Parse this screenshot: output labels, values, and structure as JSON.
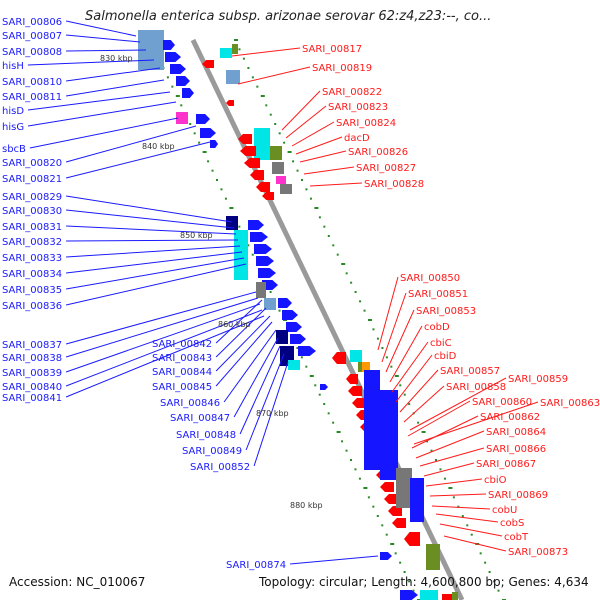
{
  "title": "Salmonella enterica subsp. arizonae serovar 62:z4,z23:--, co...",
  "footer": {
    "accession": "Accession: NC_010067",
    "topology": "Topology: circular; Length: 4,600,800 bp; Genes: 4,634"
  },
  "colors": {
    "backbone": "#9a9a9a",
    "left_labels": "#1a1aff",
    "right_labels": "#ff1a1a",
    "tick": "#2a8a2a",
    "gene_red": "#ff0000",
    "gene_blue": "#1515ff",
    "gene_navy": "#000080",
    "gene_cyan": "#00e5e5",
    "gene_steel": "#6fa0d0",
    "gene_magenta": "#ff33cc",
    "gene_olive": "#6b8e23",
    "gene_gray": "#777777",
    "gene_orange": "#ff9900"
  },
  "kbp_marks": [
    "830 kbp",
    "840 kbp",
    "850 kbp",
    "860 kbp",
    "870 kbp",
    "880 kbp"
  ],
  "left_labels": [
    "SARI_00806",
    "SARI_00807",
    "SARI_00808",
    "hisH",
    "SARI_00810",
    "SARI_00811",
    "hisD",
    "hisG",
    "sbcB",
    "SARI_00820",
    "SARI_00821",
    "SARI_00829",
    "SARI_00830",
    "SARI_00831",
    "SARI_00832",
    "SARI_00833",
    "SARI_00834",
    "SARI_00835",
    "SARI_00836",
    "SARI_00837",
    "SARI_00842",
    "SARI_00838",
    "SARI_00843",
    "SARI_00839",
    "SARI_00844",
    "SARI_00840",
    "SARI_00845",
    "SARI_00841",
    "SARI_00846",
    "SARI_00847",
    "SARI_00848",
    "SARI_00849",
    "SARI_00852",
    "SARI_00874"
  ],
  "right_labels": [
    "SARI_00817",
    "SARI_00819",
    "SARI_00822",
    "SARI_00823",
    "SARI_00824",
    "dacD",
    "SARI_00826",
    "SARI_00827",
    "SARI_00828",
    "SARI_00850",
    "SARI_00851",
    "SARI_00853",
    "cobD",
    "cbiC",
    "cbiD",
    "SARI_00857",
    "SARI_00858",
    "SARI_00859",
    "SARI_00860",
    "SARI_00863",
    "SARI_00862",
    "SARI_00864",
    "SARI_00866",
    "SARI_00867",
    "cbiO",
    "SARI_00869",
    "cobU",
    "cobS",
    "cobT",
    "SARI_00873"
  ]
}
